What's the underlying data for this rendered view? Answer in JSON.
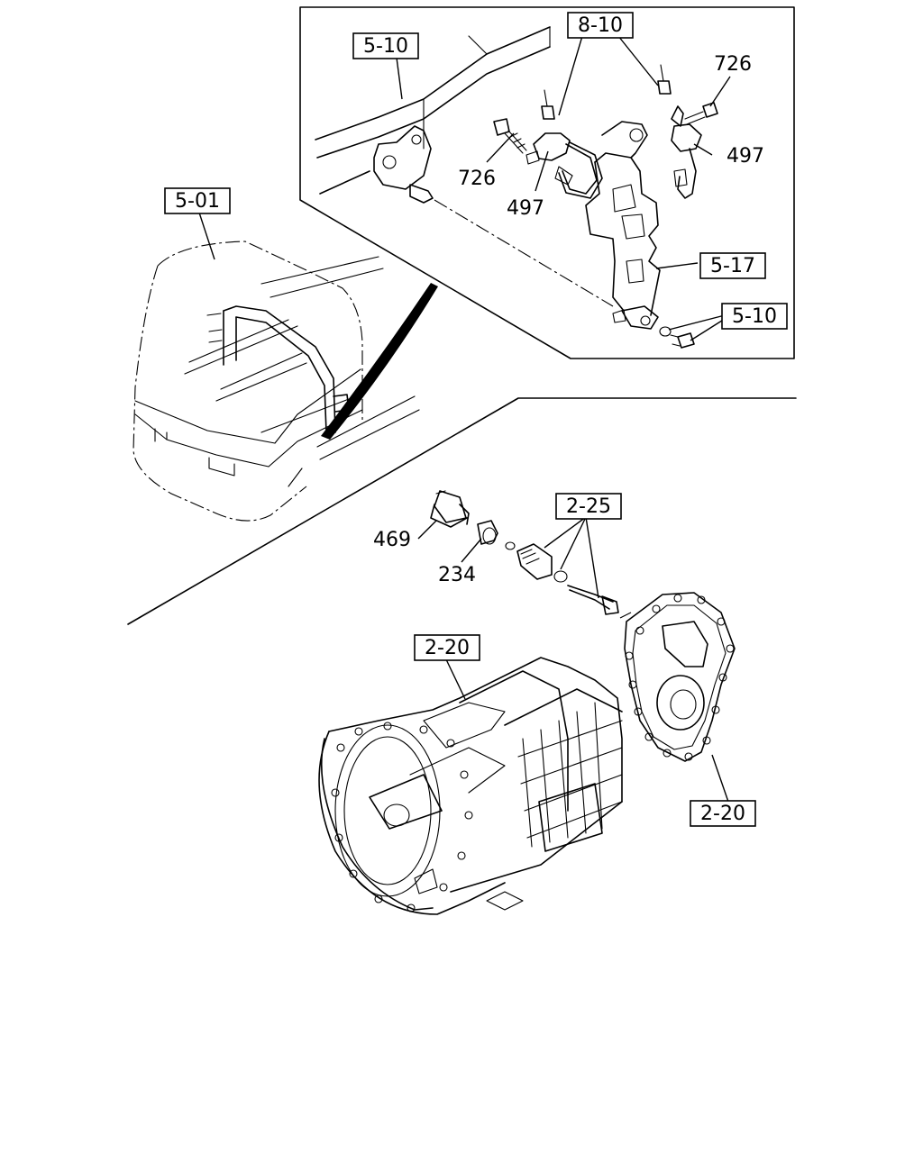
{
  "labels": {
    "ref_5_10_a": "5-10",
    "ref_8_10": "8-10",
    "ref_726_a": "726",
    "ref_497_a": "497",
    "ref_726_b": "726",
    "ref_497_b": "497",
    "ref_5_17": "5-17",
    "ref_5_10_b": "5-10",
    "ref_5_01": "5-01",
    "ref_2_25": "2-25",
    "ref_469": "469",
    "ref_234": "234",
    "ref_2_20_a": "2-20",
    "ref_2_20_b": "2-20"
  }
}
